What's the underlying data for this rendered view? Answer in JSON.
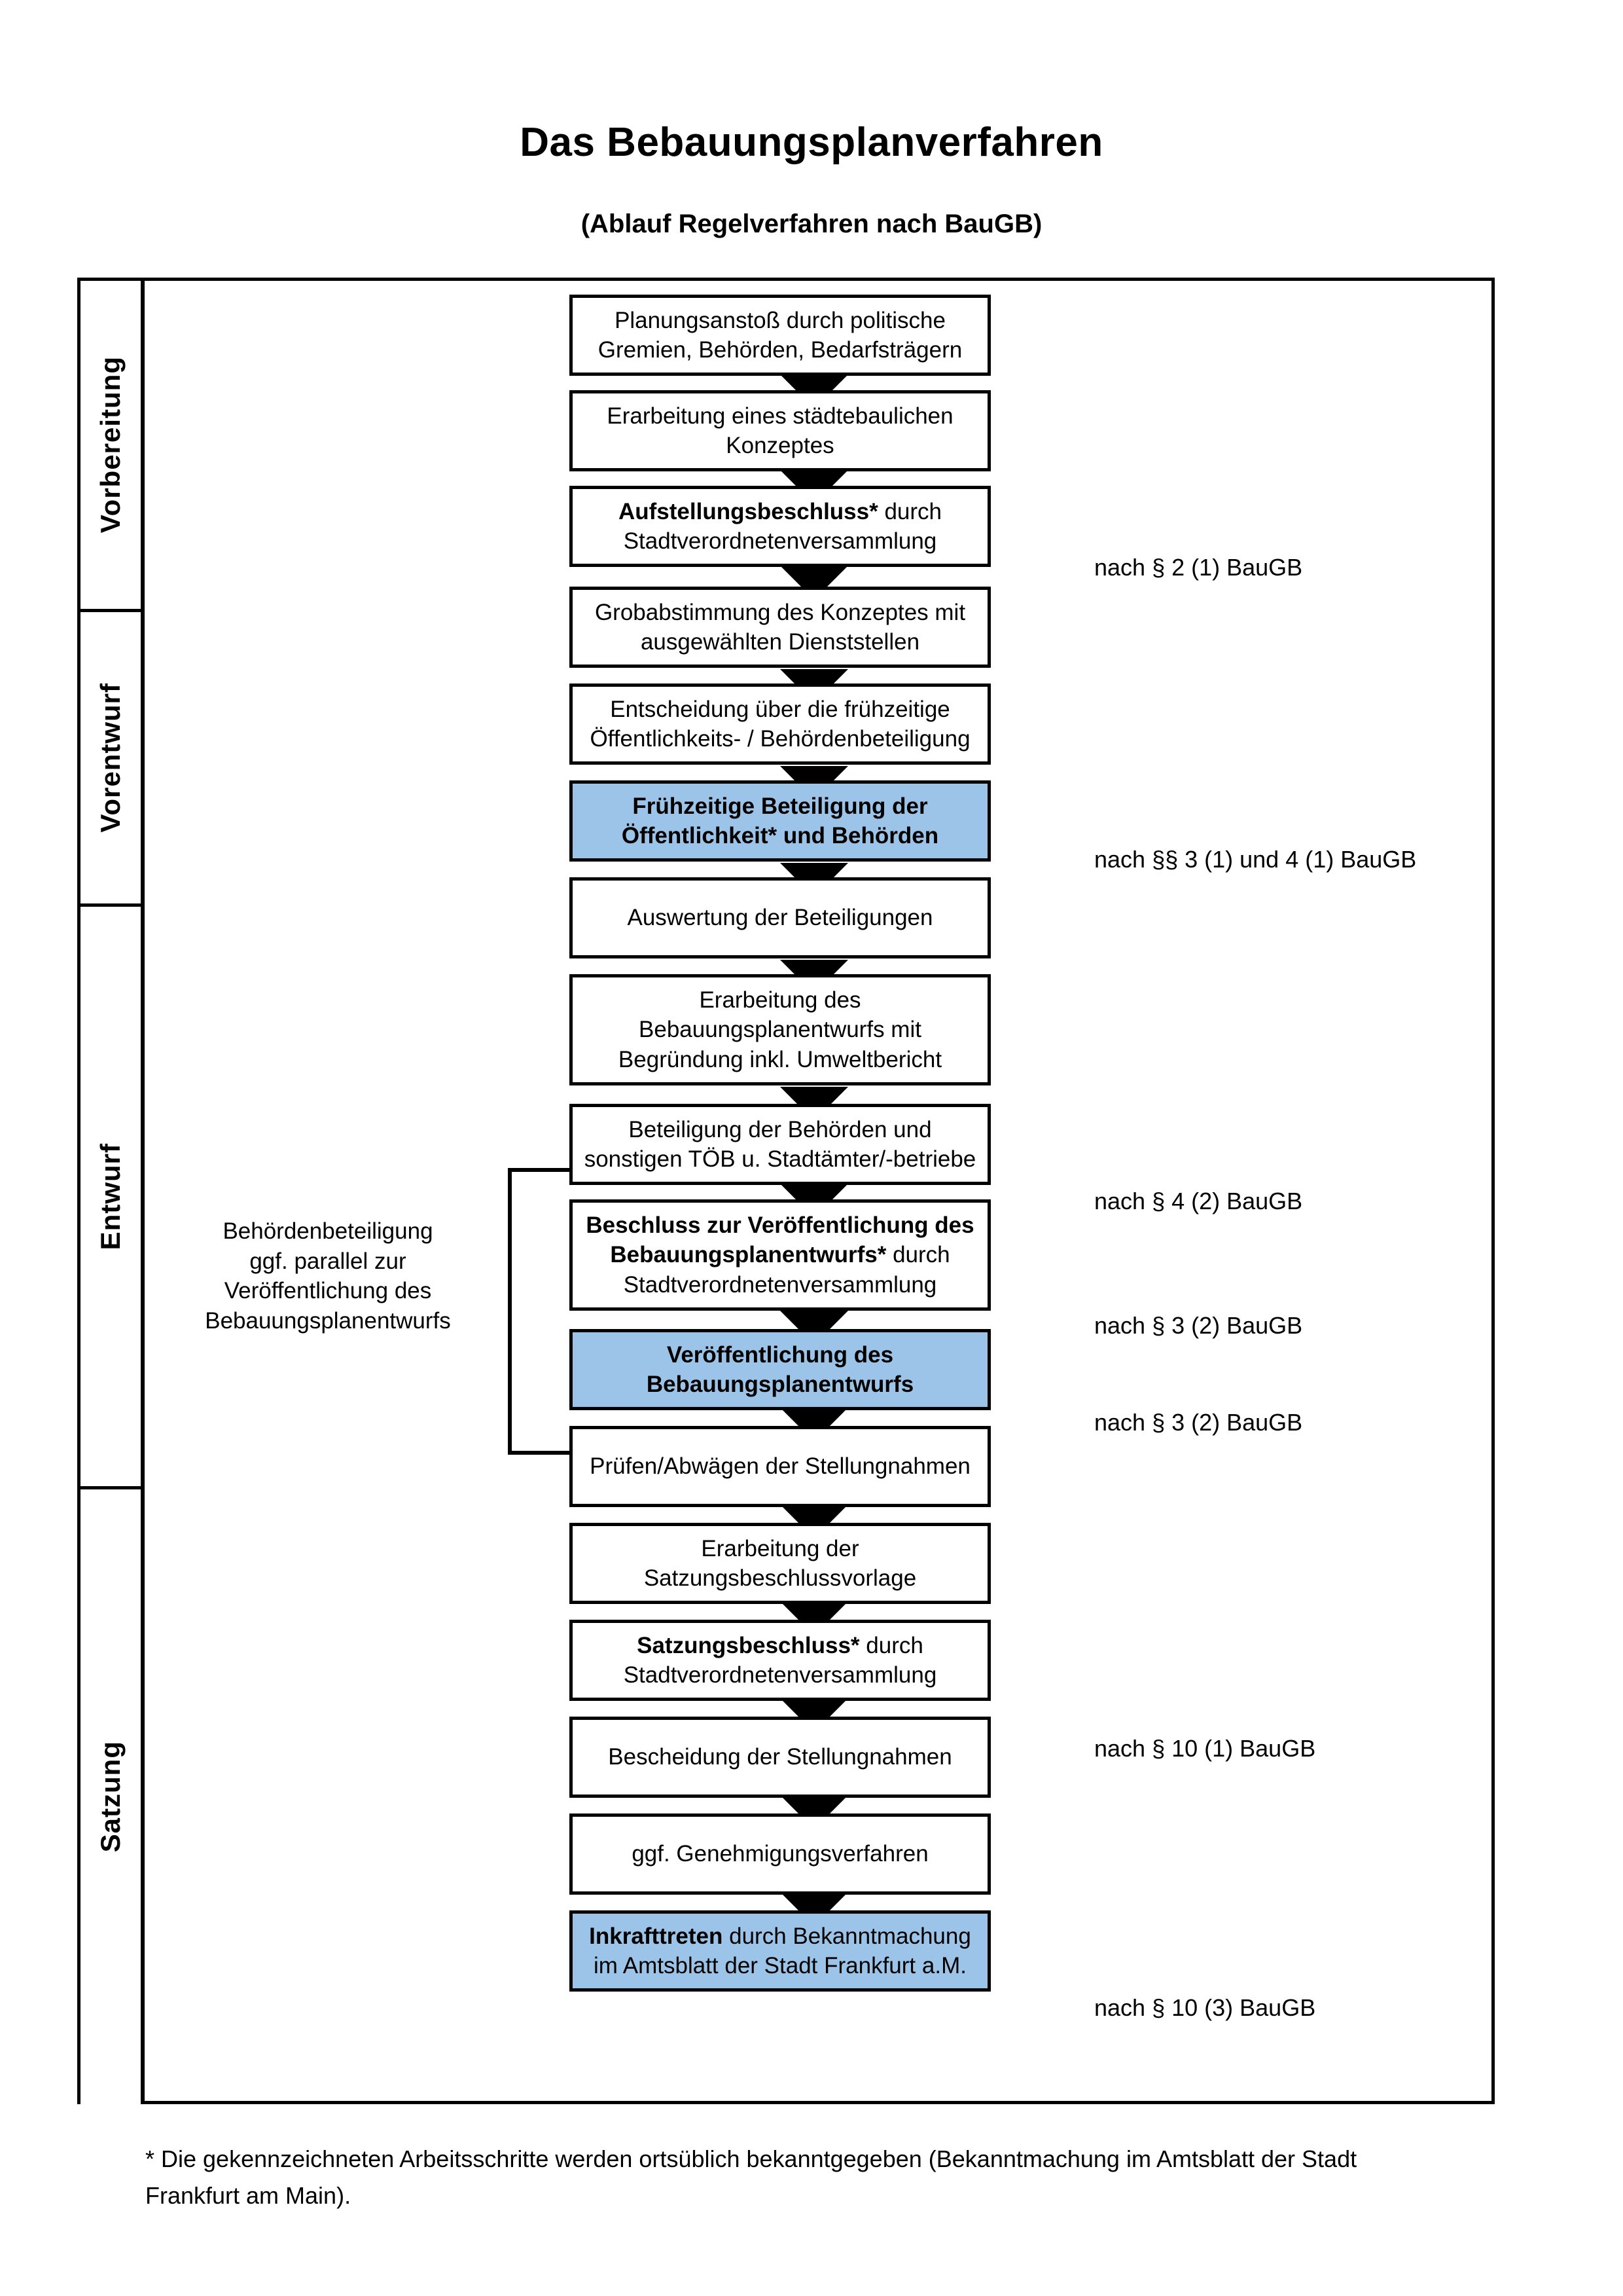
{
  "header": {
    "title": "Das Bebauungsplanverfahren",
    "subtitle": "(Ablauf Regelverfahren nach BauGB)"
  },
  "colors": {
    "highlight_blue": "#9CC4E8",
    "band_vorbereitung": "#F2F2F2",
    "band_vorentwurf": "#E6E6E6",
    "band_entwurf": "#DADADA",
    "band_satzung": "#C2C2C2",
    "border": "#000000"
  },
  "phases": [
    {
      "label": "Vorbereitung",
      "band_color": "#F2F2F2"
    },
    {
      "label": "Vorentwurf",
      "band_color": "#E6E6E6"
    },
    {
      "label": "Entwurf",
      "band_color": "#DADADA"
    },
    {
      "label": "Satzung",
      "band_color": "#C2C2C2"
    }
  ],
  "steps": [
    {
      "id": "planungsanstoss",
      "lines": [
        "Planungsanstoß durch politische",
        "Gremien, Behörden, Bedarfsträgern"
      ],
      "bold_prefix": "",
      "highlight": false
    },
    {
      "id": "konzept",
      "lines": [
        "Erarbeitung eines städtebaulichen",
        "Konzeptes"
      ],
      "bold_prefix": "",
      "highlight": false
    },
    {
      "id": "aufstellungsbeschluss",
      "lines": [
        "Aufstellungsbeschluss* durch",
        "Stadtverordnetenversammlung"
      ],
      "bold_prefix": "Aufstellungsbeschluss*",
      "bold_rest": " durch",
      "highlight": false
    },
    {
      "id": "grobabstimmung",
      "lines": [
        "Grobabstimmung des Konzeptes mit",
        "ausgewählten Dienststellen"
      ],
      "bold_prefix": "",
      "highlight": false
    },
    {
      "id": "entscheidung",
      "lines": [
        "Entscheidung über die frühzeitige",
        "Öffentlichkeits- / Behördenbeteiligung"
      ],
      "bold_prefix": "",
      "highlight": false
    },
    {
      "id": "fruehzeitige",
      "lines": [
        "Frühzeitige Beteiligung der",
        "Öffentlichkeit* und Behörden"
      ],
      "all_bold": true,
      "highlight": true
    },
    {
      "id": "auswertung",
      "lines": [
        "Auswertung der Beteiligungen"
      ],
      "bold_prefix": "",
      "highlight": false
    },
    {
      "id": "erarbeitung-entwurf",
      "lines": [
        "Erarbeitung des",
        "Bebauungsplanentwurfs mit",
        "Begründung inkl. Umweltbericht"
      ],
      "bold_prefix": "",
      "highlight": false
    },
    {
      "id": "beteiligung-behoerden",
      "lines": [
        "Beteiligung der Behörden und",
        "sonstigen TÖB u. Stadtämter/-betriebe"
      ],
      "bold_prefix": "",
      "highlight": false
    },
    {
      "id": "beschluss-veroeff",
      "lines": [
        "Beschluss zur Veröffentlichung des",
        "Bebauungsplanentwurfs* durch",
        "Stadtverordnetenversammlung"
      ],
      "bold_prefix": "Beschluss zur Veröffentlichung des Bebauungsplanentwurfs*",
      "highlight": false
    },
    {
      "id": "veroeffentlichung",
      "lines": [
        "Veröffentlichung des",
        "Bebauungsplanentwurfs"
      ],
      "all_bold": true,
      "highlight": true
    },
    {
      "id": "pruefen",
      "lines": [
        "Prüfen/Abwägen der Stellungnahmen"
      ],
      "bold_prefix": "",
      "highlight": false
    },
    {
      "id": "satzungsvorlage",
      "lines": [
        "Erarbeitung der",
        "Satzungsbeschlussvorlage"
      ],
      "bold_prefix": "",
      "highlight": false
    },
    {
      "id": "satzungsbeschluss",
      "lines": [
        "Satzungsbeschluss* durch",
        "Stadtverordnetenversammlung"
      ],
      "bold_prefix": "Satzungsbeschluss*",
      "highlight": false
    },
    {
      "id": "bescheidung",
      "lines": [
        "Bescheidung der Stellungnahmen"
      ],
      "bold_prefix": "",
      "highlight": false
    },
    {
      "id": "genehmigung",
      "lines": [
        "ggf. Genehmigungsverfahren"
      ],
      "bold_prefix": "",
      "highlight": false
    },
    {
      "id": "inkrafttreten",
      "lines": [
        "Inkrafttreten durch Bekanntmachung",
        "im Amtsblatt der Stadt Frankfurt a.M."
      ],
      "bold_prefix": "Inkrafttreten",
      "highlight": true
    }
  ],
  "step_text": {
    "planungsanstoss_l1": "Planungsanstoß durch politische",
    "planungsanstoss_l2": "Gremien, Behörden, Bedarfsträgern",
    "konzept_l1": "Erarbeitung eines städtebaulichen",
    "konzept_l2": "Konzeptes",
    "aufstellung_bold": "Aufstellungsbeschluss*",
    "aufstellung_rest": " durch",
    "aufstellung_l2": "Stadtverordnetenversammlung",
    "grobabstimmung_l1": "Grobabstimmung des Konzeptes mit",
    "grobabstimmung_l2": "ausgewählten Dienststellen",
    "entscheidung_l1": "Entscheidung über die frühzeitige",
    "entscheidung_l2": "Öffentlichkeits- / Behördenbeteiligung",
    "fruehzeitige_l1": "Frühzeitige Beteiligung der",
    "fruehzeitige_l2": "Öffentlichkeit* und Behörden",
    "auswertung_l1": "Auswertung der Beteiligungen",
    "erarbeitung_l1": "Erarbeitung des",
    "erarbeitung_l2": "Bebauungsplanentwurfs mit",
    "erarbeitung_l3": "Begründung inkl. Umweltbericht",
    "beteiligung_l1": "Beteiligung der Behörden und",
    "beteiligung_l2": "sonstigen TÖB u. Stadtämter/-betriebe",
    "beschluss_b1": "Beschluss zur Veröffentlichung des",
    "beschluss_b2": "Bebauungsplanentwurfs*",
    "beschluss_rest": " durch",
    "beschluss_l3": "Stadtverordnetenversammlung",
    "veroeff_l1": "Veröffentlichung des",
    "veroeff_l2": "Bebauungsplanentwurfs",
    "pruefen_l1": "Prüfen/Abwägen der Stellungnahmen",
    "satzungsvorlage_l1": "Erarbeitung der",
    "satzungsvorlage_l2": "Satzungsbeschlussvorlage",
    "satzungsbeschluss_bold": "Satzungsbeschluss*",
    "satzungsbeschluss_rest": " durch",
    "satzungsbeschluss_l2": "Stadtverordnetenversammlung",
    "bescheidung_l1": "Bescheidung der Stellungnahmen",
    "genehmigung_l1": "ggf. Genehmigungsverfahren",
    "inkraft_bold": "Inkrafttreten",
    "inkraft_rest": " durch Bekanntmachung",
    "inkraft_l2": "im Amtsblatt der Stadt Frankfurt a.M."
  },
  "references": [
    {
      "id": "ref-2-1",
      "text": "nach § 2 (1) BauGB"
    },
    {
      "id": "ref-3-1-4-1",
      "text": "nach §§ 3 (1) und 4 (1) BauGB"
    },
    {
      "id": "ref-4-2",
      "text": "nach § 4 (2) BauGB"
    },
    {
      "id": "ref-3-2-a",
      "text": "nach § 3 (2) BauGB"
    },
    {
      "id": "ref-3-2-b",
      "text": "nach § 3 (2) BauGB"
    },
    {
      "id": "ref-10-1",
      "text": "nach § 10 (1) BauGB"
    },
    {
      "id": "ref-10-3",
      "text": "nach § 10 (3) BauGB"
    }
  ],
  "sidenote": {
    "l1": "Behördenbeteiligung",
    "l2": "ggf. parallel zur",
    "l3": "Veröffentlichung des",
    "l4": "Bebauungsplanentwurfs"
  },
  "footnote": {
    "line1": "* Die gekennzeichneten Arbeitsschritte werden ortsüblich bekanntgegeben (Bekanntmachung im Amtsblatt  der Stadt",
    "line2": "Frankfurt am Main)."
  }
}
